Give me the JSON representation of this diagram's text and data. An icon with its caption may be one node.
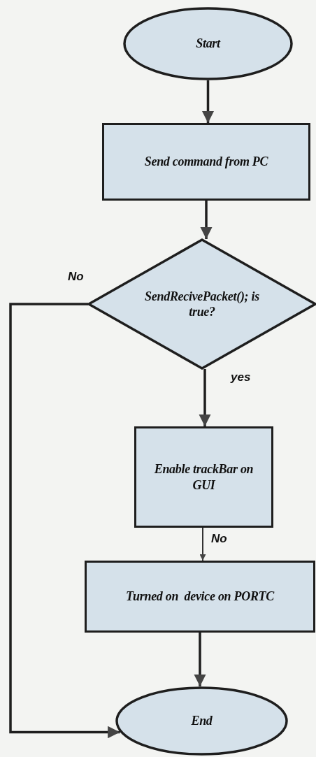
{
  "diagram": {
    "nodes": [
      {
        "text": [
          "Start"
        ]
      },
      {
        "text": [
          "Send command from PC"
        ]
      },
      {
        "text": [
          "SendRecivePacket(); is true?"
        ]
      },
      {
        "text": [
          "Enable trackBar on GUI"
        ]
      },
      {
        "text": [
          "Turned on  device on PORTC"
        ]
      },
      {
        "text": [
          "End"
        ]
      }
    ],
    "edges": [
      {
        "from": 0,
        "to": 1,
        "arrow": "to"
      },
      {
        "from": 1,
        "to": 2,
        "arrow": "to"
      },
      {
        "from": 2,
        "to": 3,
        "arrow": "to",
        "label": "yes"
      },
      {
        "from": 2,
        "to": 5,
        "arrow": "to",
        "label": "No"
      },
      {
        "from": 3,
        "to": 4,
        "arrow": "to",
        "label": "No"
      },
      {
        "from": 4,
        "to": 5,
        "arrow": "to"
      }
    ]
  }
}
